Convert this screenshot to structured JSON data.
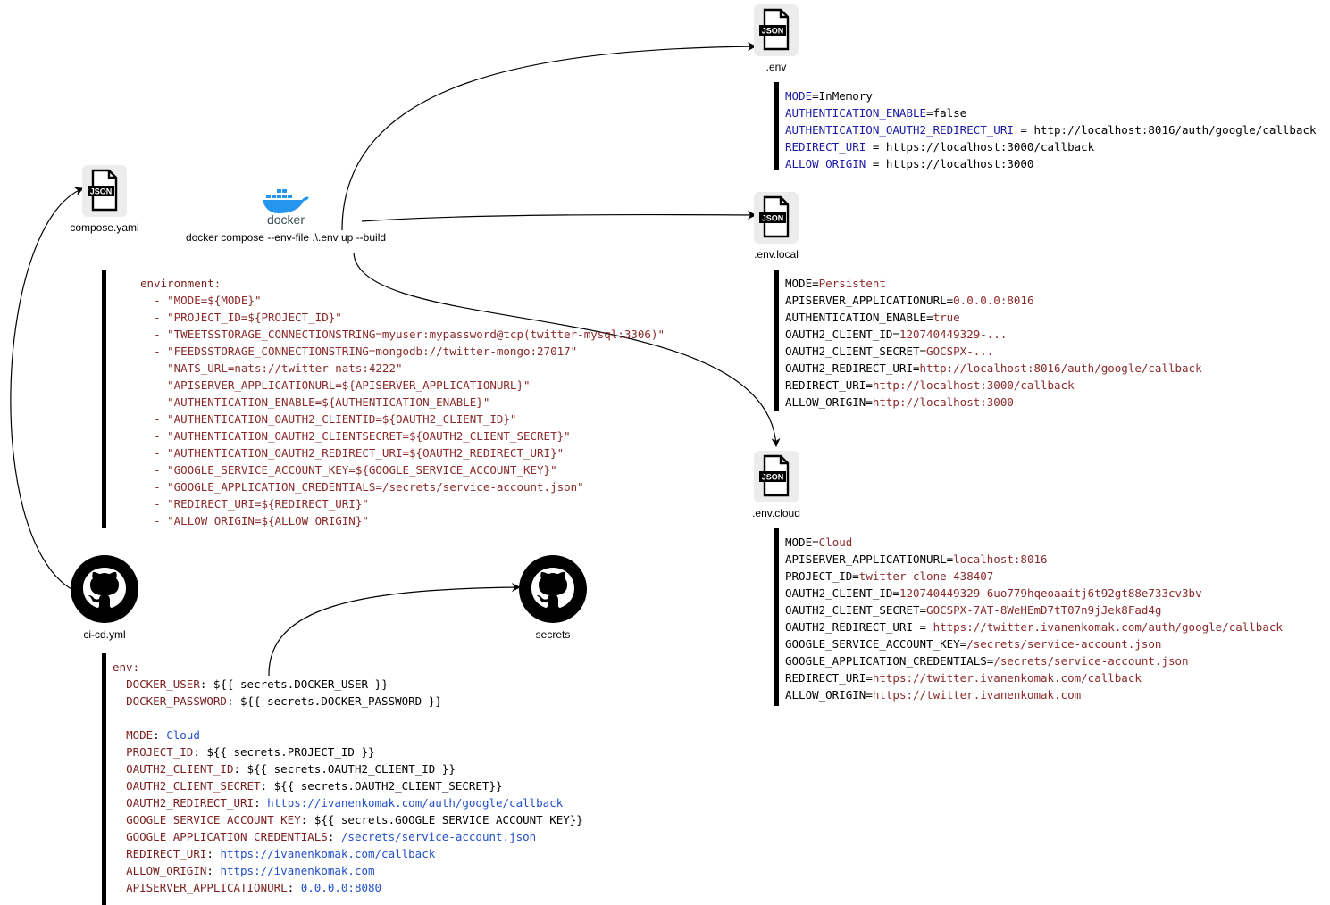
{
  "files": {
    "env": ".env",
    "env_local": ".env.local",
    "env_cloud": ".env.cloud",
    "compose": "compose.yaml",
    "cicd": "ci-cd.yml",
    "secrets": "secrets",
    "json_badge": "JSON"
  },
  "docker": {
    "logo_text": "docker",
    "command": "docker compose --env-file .\\.env up --build"
  },
  "env_block": [
    {
      "key": "MODE",
      "sep": "=",
      "val": "InMemory"
    },
    {
      "key": "AUTHENTICATION_ENABLE",
      "sep": "=",
      "val": "false"
    },
    {
      "key": "AUTHENTICATION_OAUTH2_REDIRECT_URI",
      "sep": " = ",
      "val": "http://localhost:8016/auth/google/callback"
    },
    {
      "key": "REDIRECT_URI",
      "sep": " = ",
      "val": "https://localhost:3000/callback"
    },
    {
      "key": "ALLOW_ORIGIN",
      "sep": " = ",
      "val": "https://localhost:3000"
    }
  ],
  "env_local_block": [
    {
      "key": "MODE",
      "sep": "=",
      "val": "Persistent"
    },
    {
      "key": "APISERVER_APPLICATIONURL",
      "sep": "=",
      "val": "0.0.0.0:8016"
    },
    {
      "key": "AUTHENTICATION_ENABLE",
      "sep": "=",
      "val": "true"
    },
    {
      "key": "OAUTH2_CLIENT_ID",
      "sep": "=",
      "val": "120740449329-..."
    },
    {
      "key": "OAUTH2_CLIENT_SECRET",
      "sep": "=",
      "val": "GOCSPX-..."
    },
    {
      "key": "OAUTH2_REDIRECT_URI",
      "sep": "=",
      "val": "http://localhost:8016/auth/google/callback"
    },
    {
      "key": "REDIRECT_URI",
      "sep": "=",
      "val": "http://localhost:3000/callback"
    },
    {
      "key": "ALLOW_ORIGIN",
      "sep": "=",
      "val": "http://localhost:3000"
    }
  ],
  "env_cloud_block": [
    {
      "key": "MODE",
      "sep": "=",
      "val": "Cloud"
    },
    {
      "key": "APISERVER_APPLICATIONURL",
      "sep": "=",
      "val": "localhost:8016"
    },
    {
      "key": "PROJECT_ID",
      "sep": "=",
      "val": "twitter-clone-438407"
    },
    {
      "key": "OAUTH2_CLIENT_ID",
      "sep": "=",
      "val": "120740449329-6uo779hqeoaaitj6t92gt88e733cv3bv"
    },
    {
      "key": "OAUTH2_CLIENT_SECRET",
      "sep": "=",
      "val": "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"
    },
    {
      "key": "OAUTH2_REDIRECT_URI",
      "sep": " = ",
      "val": "https://twitter.ivanenkomak.com/auth/google/callback"
    },
    {
      "key": "GOOGLE_SERVICE_ACCOUNT_KEY",
      "sep": "=",
      "val": "/secrets/service-account.json"
    },
    {
      "key": "GOOGLE_APPLICATION_CREDENTIALS",
      "sep": "=",
      "val": "/secrets/service-account.json"
    },
    {
      "key": "REDIRECT_URI",
      "sep": "=",
      "val": "https://twitter.ivanenkomak.com/callback"
    },
    {
      "key": "ALLOW_ORIGIN",
      "sep": "=",
      "val": "https://twitter.ivanenkomak.com"
    }
  ],
  "compose_block": {
    "header": "environment:",
    "items": [
      "- \"MODE=${MODE}\"",
      "- \"PROJECT_ID=${PROJECT_ID}\"",
      "- \"TWEETSSTORAGE_CONNECTIONSTRING=myuser:mypassword@tcp(twitter-mysql:3306)\"",
      "- \"FEEDSSTORAGE_CONNECTIONSTRING=mongodb://twitter-mongo:27017\"",
      "- \"NATS_URL=nats://twitter-nats:4222\"",
      "- \"APISERVER_APPLICATIONURL=${APISERVER_APPLICATIONURL}\"",
      "- \"AUTHENTICATION_ENABLE=${AUTHENTICATION_ENABLE}\"",
      "- \"AUTHENTICATION_OAUTH2_CLIENTID=${OAUTH2_CLIENT_ID}\"",
      "- \"AUTHENTICATION_OAUTH2_CLIENTSECRET=${OAUTH2_CLIENT_SECRET}\"",
      "- \"AUTHENTICATION_OAUTH2_REDIRECT_URI=${OAUTH2_REDIRECT_URI}\"",
      "- \"GOOGLE_SERVICE_ACCOUNT_KEY=${GOOGLE_SERVICE_ACCOUNT_KEY}\"",
      "- \"GOOGLE_APPLICATION_CREDENTIALS=/secrets/service-account.json\"",
      "- \"REDIRECT_URI=${REDIRECT_URI}\"",
      "- \"ALLOW_ORIGIN=${ALLOW_ORIGIN}\""
    ]
  },
  "cicd_block": {
    "header": "env:",
    "secret_lines": [
      {
        "key": "DOCKER_USER",
        "val": "${{ secrets.DOCKER_USER }}"
      },
      {
        "key": "DOCKER_PASSWORD",
        "val": "${{ secrets.DOCKER_PASSWORD }}"
      }
    ],
    "lines": [
      {
        "key": "MODE",
        "val": "Cloud",
        "type": "plain"
      },
      {
        "key": "PROJECT_ID",
        "val": "${{ secrets.PROJECT_ID }}",
        "type": "secret"
      },
      {
        "key": "OAUTH2_CLIENT_ID",
        "val": "${{ secrets.OAUTH2_CLIENT_ID }}",
        "type": "secret"
      },
      {
        "key": "OAUTH2_CLIENT_SECRET",
        "val": "${{ secrets.OAUTH2_CLIENT_SECRET}}",
        "type": "secret"
      },
      {
        "key": "OAUTH2_REDIRECT_URI",
        "val": "https://ivanenkomak.com/auth/google/callback",
        "type": "plain"
      },
      {
        "key": "GOOGLE_SERVICE_ACCOUNT_KEY",
        "val": "${{ secrets.GOOGLE_SERVICE_ACCOUNT_KEY}}",
        "type": "secret"
      },
      {
        "key": "GOOGLE_APPLICATION_CREDENTIALS",
        "val": "/secrets/service-account.json",
        "type": "plain"
      },
      {
        "key": "REDIRECT_URI",
        "val": "https://ivanenkomak.com/callback",
        "type": "plain"
      },
      {
        "key": "ALLOW_ORIGIN",
        "val": "https://ivanenkomak.com",
        "type": "plain"
      },
      {
        "key": "APISERVER_APPLICATIONURL",
        "val": "0.0.0.0:8080",
        "type": "plain"
      }
    ]
  }
}
